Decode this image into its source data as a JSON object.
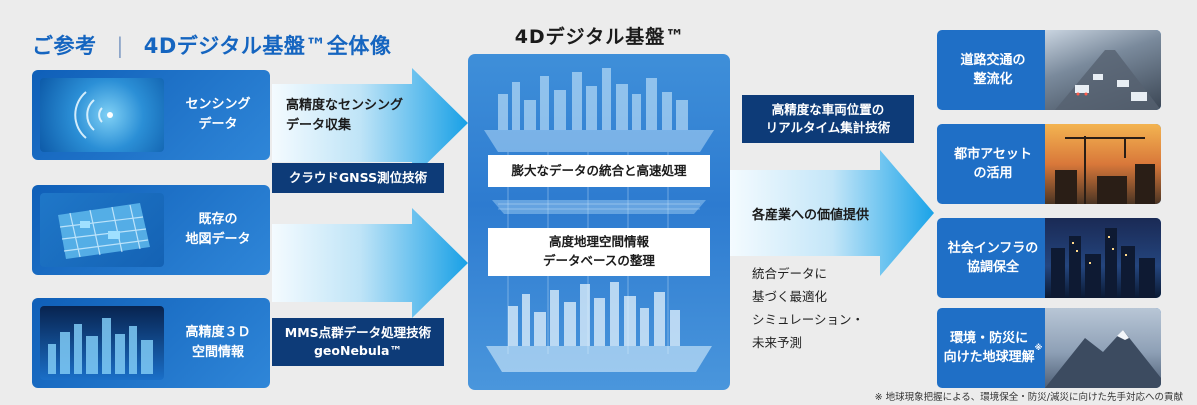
{
  "header": {
    "prefix": "ご参考",
    "separator": "|",
    "title": "4Dデジタル基盤™全体像"
  },
  "center": {
    "title": "4Dデジタル基盤™",
    "box_integration": "膨大なデータの統合と高速処理",
    "box_database": "高度地理空間情報\nデータベースの整理"
  },
  "inputs": [
    {
      "label": "センシング\nデータ",
      "icon": "radar-icon"
    },
    {
      "label": "既存の\n地図データ",
      "icon": "map-icon"
    },
    {
      "label": "高精度３Ｄ\n空間情報",
      "icon": "point-cloud-icon"
    }
  ],
  "arrows_in": {
    "collect_label": "高精度なセンシング\nデータ収集",
    "tech_gnss": "クラウドGNSS測位技術",
    "tech_mms": "MMS点群データ処理技術\ngeoNebula™"
  },
  "arrows_out": {
    "realtime_box": "高精度な車両位置の\nリアルタイム集計技術",
    "value_label": "各産業への価値提供",
    "optimize_text": "統合データに\n基づく最適化\nシミュレーション・\n未来予測"
  },
  "outputs": [
    {
      "label": "道路交通の\n整流化",
      "icon": "traffic-photo"
    },
    {
      "label": "都市アセット\nの活用",
      "icon": "construction-photo"
    },
    {
      "label": "社会インフラの\n協調保全",
      "icon": "city-night-photo"
    },
    {
      "label": "環境・防災に\n向けた地球理解",
      "mark": "※",
      "icon": "mountain-photo"
    }
  ],
  "footnote": "※ 地球現象把握による、環境保全・防災/減災に向けた先手対応への貢献",
  "colors": {
    "accent": "#1565c0",
    "navy": "#0d3b78",
    "arrow_light": "#dff1fb",
    "arrow_dark": "#1aa3e8"
  }
}
